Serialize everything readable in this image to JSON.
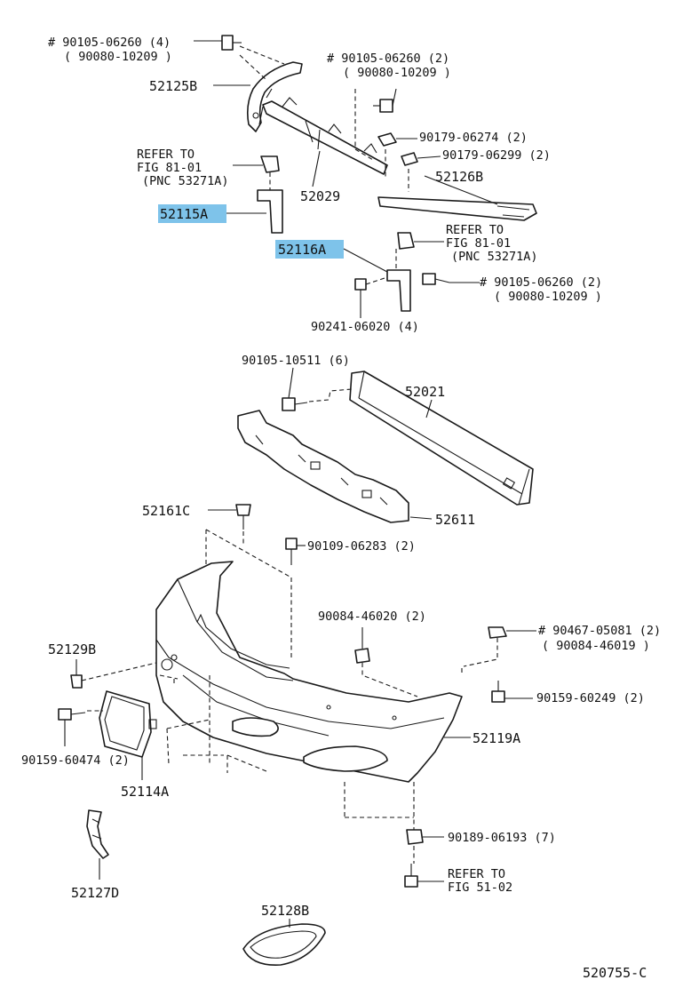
{
  "labels": {
    "l1a": "# 90105-06260 (4)",
    "l1b": "( 90080-10209 )",
    "l2a": "# 90105-06260 (2)",
    "l2b": "( 90080-10209 )",
    "l3": "52125B",
    "l4": "90179-06274 (2)",
    "l5": "90179-06299 (2)",
    "l6a": "REFER TO",
    "l6b": "FIG 81-01",
    "l6c": "(PNC 53271A)",
    "l7": "52126B",
    "l8": "52029",
    "l9": "52115A",
    "l10a": "REFER TO",
    "l10b": "FIG 81-01",
    "l10c": "(PNC 53271A)",
    "l11": "52116A",
    "l12a": "# 90105-06260 (2)",
    "l12b": "( 90080-10209 )",
    "l13": "90241-06020 (4)",
    "l14": "90105-10511 (6)",
    "l15": "52021",
    "l16": "52611",
    "l17": "52161C",
    "l18": "90109-06283 (2)",
    "l19": "90084-46020 (2)",
    "l20a": "# 90467-05081 (2)",
    "l20b": "( 90084-46019 )",
    "l21": "52129B",
    "l22": "90159-60249 (2)",
    "l23": "52119A",
    "l24": "90159-60474 (2)",
    "l25": "52114A",
    "l26": "90189-06193 (7)",
    "l27a": "REFER TO",
    "l27b": "FIG 51-02",
    "l28": "52127D",
    "l29": "52128B",
    "l30": "520755-C"
  },
  "colors": {
    "highlight": "#7ec3ea",
    "line": "#1a1a1a"
  }
}
